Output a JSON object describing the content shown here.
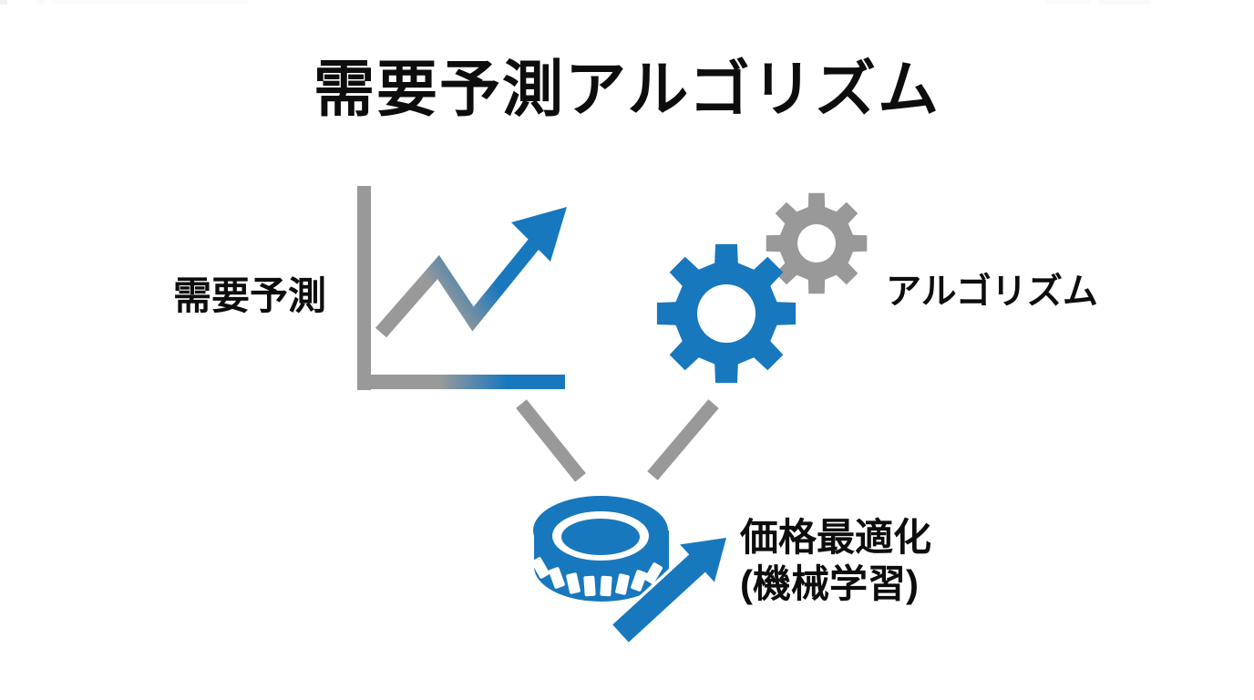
{
  "title": "需要予測アルゴリズム",
  "diagram": {
    "nodes": [
      {
        "id": "demand-forecast",
        "label": "需要予測",
        "icon": "line-chart-growth-icon"
      },
      {
        "id": "algorithm",
        "label": "アルゴリズム",
        "icon": "gears-icon"
      },
      {
        "id": "price-optimization",
        "label": "価格最適化",
        "sublabel": "(機械学習)",
        "icon": "coin-growth-arrow-icon"
      }
    ],
    "connectors": [
      {
        "from": "demand-forecast",
        "to": "price-optimization",
        "style": "gray-diagonal"
      },
      {
        "from": "algorithm",
        "to": "price-optimization",
        "style": "gray-diagonal"
      }
    ]
  },
  "colors": {
    "accent_blue": "#1878BE",
    "neutral_gray": "#999999",
    "text_black": "#0D0D0D",
    "background": "#FFFFFF"
  }
}
